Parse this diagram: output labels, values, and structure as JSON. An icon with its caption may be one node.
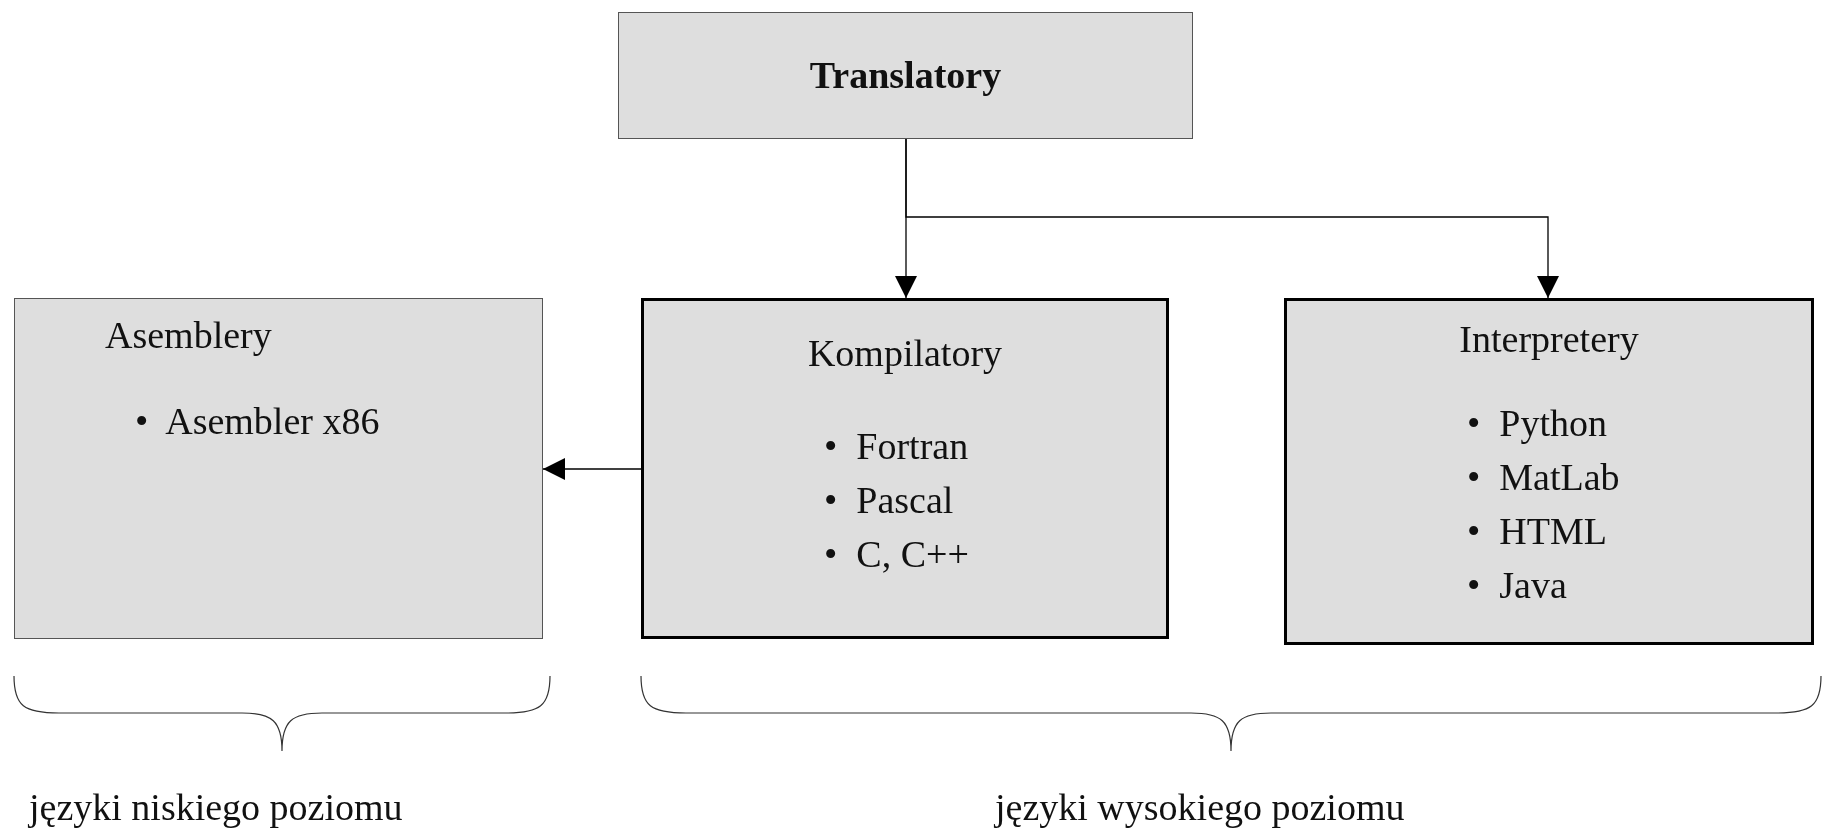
{
  "diagram": {
    "nodes": [
      {
        "text": [
          "Translatory"
        ]
      },
      {
        "text": [
          "Asemblery",
          "•  Asembler x86"
        ]
      },
      {
        "text": [
          "Kompilatory",
          "•  Fortran",
          "•  Pascal",
          "•  C, C++"
        ]
      },
      {
        "text": [
          "Interpretery",
          "•  Python",
          "•  MatLab",
          "•  HTML",
          "•  Java"
        ]
      }
    ],
    "edges": [
      {
        "from": 0,
        "to": 2,
        "arrow": "to"
      },
      {
        "from": 0,
        "to": 3,
        "arrow": "to"
      },
      {
        "from": 2,
        "to": 1,
        "arrow": "to"
      }
    ],
    "labels": [
      "języki niskiego poziomu",
      "języki wysokiego poziomu"
    ]
  }
}
